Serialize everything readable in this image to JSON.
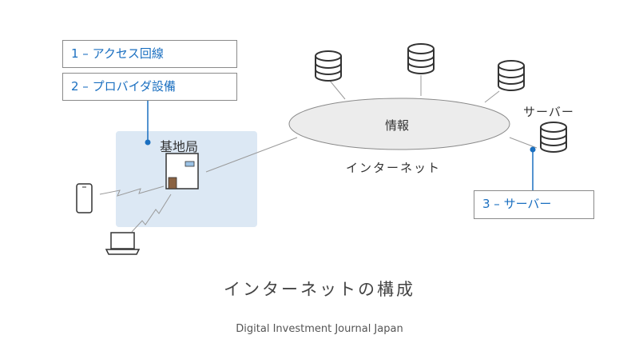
{
  "boxes": {
    "access_line": "1 – アクセス回線",
    "provider_equipment": "2 – プロバイダ設備",
    "server": "3 – サーバー"
  },
  "labels": {
    "base_station": "基地局",
    "information": "情報",
    "internet": "インターネット",
    "server": "サーバー"
  },
  "caption": "インターネットの構成",
  "credit": "Digital Investment Journal Japan",
  "colors": {
    "accent_blue": "#1a6fc0",
    "base_station_bg": "#dce8f4",
    "cloud_fill": "#ececec",
    "line_gray": "#9a9a9a"
  },
  "icons": [
    "database-icon",
    "smartphone-icon",
    "laptop-icon",
    "building-icon"
  ]
}
